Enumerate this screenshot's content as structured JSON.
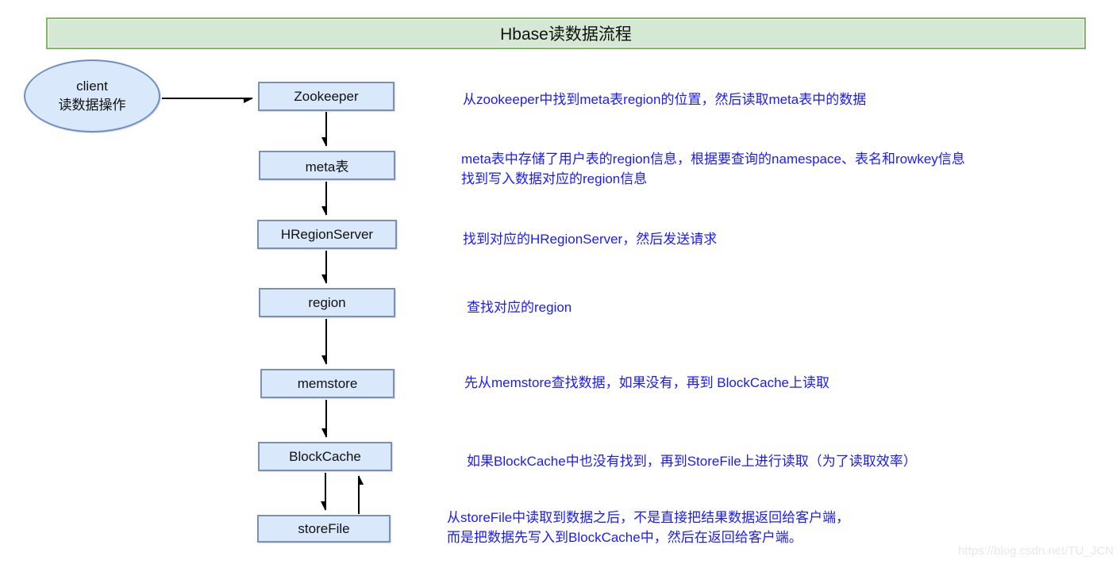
{
  "title": "Hbase读数据流程",
  "watermark": "https://blog.csdn.net/TU_JCN",
  "colors": {
    "title_fill": "#d5e8d4",
    "title_border": "#82b366",
    "node_fill": "#dae8fc",
    "node_border": "#7a91b3",
    "ellipse_border": "#6d8fc4",
    "annotation_text": "#1a1aff",
    "arrow": "#000000",
    "watermark_text": "#e8e8e8"
  },
  "client_node": {
    "line1": "client",
    "line2": "读数据操作"
  },
  "nodes": [
    {
      "id": "zookeeper",
      "label": "Zookeeper"
    },
    {
      "id": "meta",
      "label": "meta表"
    },
    {
      "id": "hregionserver",
      "label": "HRegionServer"
    },
    {
      "id": "region",
      "label": "region"
    },
    {
      "id": "memstore",
      "label": "memstore"
    },
    {
      "id": "blockcache",
      "label": "BlockCache"
    },
    {
      "id": "storefile",
      "label": "storeFile"
    }
  ],
  "annotations": [
    {
      "lines": [
        "从zookeeper中找到meta表region的位置，然后读取meta表中的数据"
      ]
    },
    {
      "lines": [
        "meta表中存储了用户表的region信息，根据要查询的namespace、表名和rowkey信息",
        "找到写入数据对应的region信息"
      ]
    },
    {
      "lines": [
        "找到对应的HRegionServer，然后发送请求"
      ]
    },
    {
      "lines": [
        "查找对应的region"
      ]
    },
    {
      "lines": [
        "先从memstore查找数据，如果没有，再到 BlockCache上读取"
      ]
    },
    {
      "lines": [
        "如果BlockCache中也没有找到，再到StoreFile上进行读取（为了读取效率）"
      ]
    },
    {
      "lines": [
        "从storeFile中读取到数据之后，不是直接把结果数据返回给客户端，",
        "而是把数据先写入到BlockCache中，然后在返回给客户端。"
      ]
    }
  ]
}
